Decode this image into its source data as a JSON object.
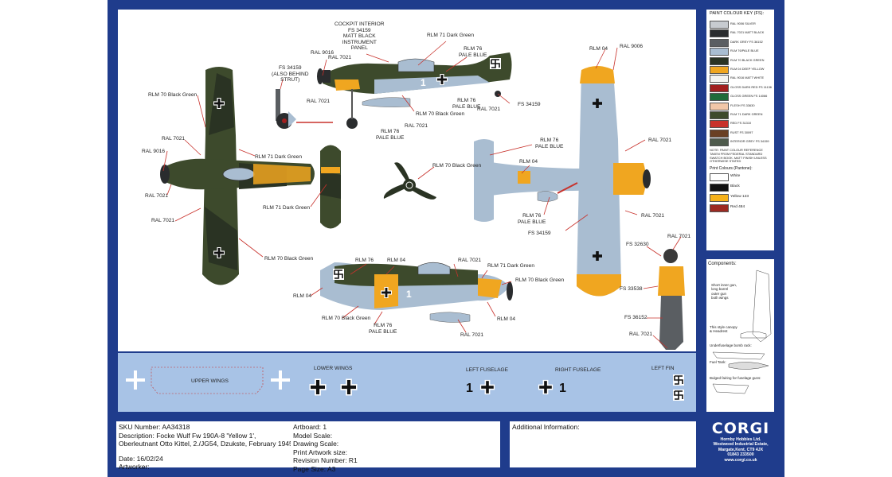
{
  "drawing": {
    "callouts": {
      "cockpit": [
        "COCKPIT INTERIOR",
        "FS 34159",
        "MATT BLACK",
        "INSTRUMENT",
        "PANEL"
      ],
      "rlm71_top": "RLM 71 Dark Green",
      "rlm76_pb_1": [
        "RLM 76",
        "PALE BLUE"
      ],
      "ral9016_a": "RAL 9016",
      "ral7021_a": "RAL 7021",
      "fs34159_strut": [
        "FS 34159",
        "(ALSO BEHIND",
        "STRUT)"
      ],
      "ral7021_b": "RAL 7021",
      "rlm76_pb_2": [
        "RLM 76",
        "PALE BLUE"
      ],
      "ral7021_c": "RAL 7021",
      "fs34159_b": "FS 34159",
      "rlm70_c": "RLM 70 Black Green",
      "ral7021_d": "RAL 7021",
      "rlm76_pb_3": [
        "RLM 76",
        "PALE BLUE"
      ],
      "rlm70_a": "RLM 70 Black Green",
      "ral7021_e": "RAL 7021",
      "ral9016_b": "RAL 9016",
      "ral7021_f": "RAL 7021",
      "rlm71_b": "RLM 71 Dark Green",
      "ral7021_g": "RAL 7021",
      "rlm71_c": "RLM 71 Dark Green",
      "rlm70_prop": "RLM 70 Black Green",
      "rlm70_bottom": "RLM 70 Black Green",
      "rlm04_a": "RLM 04",
      "ral9006": "RAL 9006",
      "rlm76_pb_4": [
        "RLM 76",
        "PALE BLUE"
      ],
      "ral7021_h": "RAL 7021",
      "rlm04_b": "RLM 04",
      "rlm76_pb_5": [
        "RLM 76",
        "PALE BLUE"
      ],
      "fs34159_c": "FS 34159",
      "ral7021_i": "RAL 7021",
      "fs32630": "FS 32630",
      "ral7021_j": "RAL 7021",
      "fs33538": "FS 33538",
      "fs36152": "FS 36152",
      "ral7021_k": "RAL 7021",
      "rlm76_side": "RLM 76",
      "rlm04_side_top": "RLM 04",
      "ral7021_side": "RAL 7021",
      "rlm71_side": "RLM 71 Dark Green",
      "rlm70_side_r": "RLM 70 Black Green",
      "rlm04_side_l": "RLM 04",
      "rlm70_side_bl": "RLM 70 Black Green",
      "rlm76_side_b": [
        "RLM 76",
        "PALE BLUE"
      ],
      "rlm04_side_br": "RLM 04",
      "ral7021_side_b": "RAL 7021"
    },
    "fuselage_number": "1"
  },
  "decals": {
    "upper_wings": "UPPER WINGS",
    "lower_wings": "LOWER WINGS",
    "left_fuselage": "LEFT FUSELAGE",
    "right_fuselage": "RIGHT FUSELAGE",
    "left_fin": "LEFT FIN",
    "number": "1"
  },
  "key": {
    "title": "PAINT COLOUR KEY (FS):",
    "rows": [
      {
        "label": "RAL 9006 SILVER",
        "color": "#c7cbd0"
      },
      {
        "label": "RAL 7021 MATT BLACK",
        "color": "#2a2c2e"
      },
      {
        "label": "DARK GREY FS 36152",
        "color": "#5a5e62"
      },
      {
        "label": "RLM 76/PALE BLUE",
        "color": "#a9bdd1"
      },
      {
        "label": "RLM 70 BLACK GREEN",
        "color": "#2a3323"
      },
      {
        "label": "RLM 04 DEEP YELLOW",
        "color": "#f0a620"
      },
      {
        "label": "RAL 9016 MATT WHITE",
        "color": "#f4f4f2"
      },
      {
        "label": "GLOSS DARK RED FS 11136",
        "color": "#a11f1f"
      },
      {
        "label": "GLOSS GREEN FS 14066",
        "color": "#1f6b3a"
      },
      {
        "label": "FLESH FS 33630",
        "color": "#f1c7a8"
      },
      {
        "label": "RLM 71 DARK GREEN",
        "color": "#3d4a2c"
      },
      {
        "label": "RED FS 31310",
        "color": "#c8322c"
      },
      {
        "label": "RUST FS 30097",
        "color": "#6a4024"
      },
      {
        "label": "INTERIOR GREY FS 34159",
        "color": "#4e5a4c"
      }
    ],
    "note": "NOTE: PAINT COLOUR REFERENCE TAKEN FROM FEDERAL STANDARD SWATCH BOOK. MATT FINISH UNLESS OTHERWISE STATED",
    "print_title": "Print Colours (Pantone):",
    "print_rows": [
      {
        "label": "White",
        "color": "#ffffff"
      },
      {
        "label": "Black",
        "color": "#111111"
      },
      {
        "label": "Yellow 123",
        "color": "#f6b21b"
      },
      {
        "label": "Red 484",
        "color": "#9c2a22"
      }
    ]
  },
  "components": {
    "title": "Components:",
    "short_gun": [
      "Short inner gun,",
      "long barrel",
      "outer gun",
      "both wings"
    ],
    "canopy": [
      "This style canopy",
      "& Headrest"
    ],
    "bomb_rack": "Underfuselage bomb rack:",
    "fuel_tank": "Fuel Tank:",
    "fairing": "Bulged fairing for fuselage guns:"
  },
  "info": {
    "sku": "SKU Number: AA34318",
    "desc1": "Description: Focke Wulf Fw 190A-8 'Yellow 1',",
    "desc2": "Oberleutnant Otto Kittel, 2./JG54, Dzukste, February 1945",
    "date": "Date: 16/02/24",
    "artworker": "Artworker:",
    "artboard": "Artboard: 1",
    "model_scale": "Model Scale:",
    "drawing_scale": "Drawing Scale:",
    "print_size": "Print Artwork size:",
    "revision": "Revision Number: R1",
    "page_size": "Page Size: A3",
    "additional": "Additional Information:"
  },
  "logo": {
    "brand": "CORGI",
    "lines": [
      "Hornby Hobbies Ltd.",
      "Westwood Industrial Estate,",
      "Margate,Kent, CT9 4JX",
      "01843 233500",
      "www.corgi.co.uk"
    ]
  }
}
